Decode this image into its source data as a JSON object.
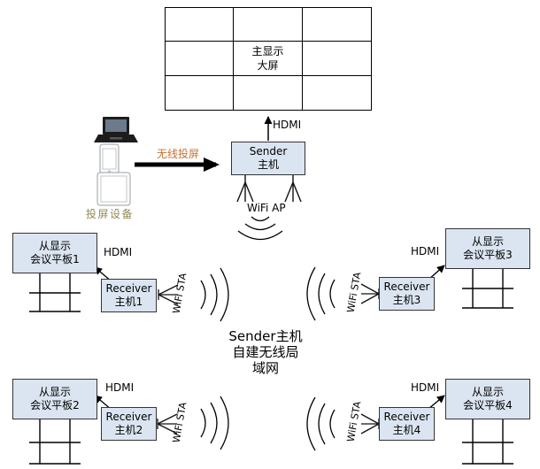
{
  "colors": {
    "box_fill": "#dbe5f1",
    "box_border": "#333333",
    "cast_label_color": "#c4722e",
    "devices_label_color": "#938953",
    "line_color": "#000000"
  },
  "video_wall": {
    "rows": 3,
    "cols": 3,
    "label_line1": "主显示",
    "label_line2": "大屏"
  },
  "sender": {
    "line1": "Sender",
    "line2": "主机",
    "hdmi_label": "HDMI",
    "wifi_ap_label": "WiFi AP"
  },
  "source": {
    "devices_label": "投屏设备",
    "cast_label": "无线投屏"
  },
  "center_note": {
    "line1": "Sender主机",
    "line2": "自建无线局",
    "line3": "域网"
  },
  "quadrants": [
    {
      "pos": "top-left",
      "display_line1": "从显示",
      "display_line2": "会议平板1",
      "recv_line1": "Receiver",
      "recv_line2": "主机1",
      "hdmi": "HDMI",
      "wifi": "WiFi STA"
    },
    {
      "pos": "bottom-left",
      "display_line1": "从显示",
      "display_line2": "会议平板2",
      "recv_line1": "Receiver",
      "recv_line2": "主机2",
      "hdmi": "HDMI",
      "wifi": "WiFi STA"
    },
    {
      "pos": "top-right",
      "display_line1": "从显示",
      "display_line2": "会议平板3",
      "recv_line1": "Receiver",
      "recv_line2": "主机3",
      "hdmi": "HDMI",
      "wifi": "WiFi STA"
    },
    {
      "pos": "bottom-right",
      "display_line1": "从显示",
      "display_line2": "会议平板4",
      "recv_line1": "Receiver",
      "recv_line2": "主机4",
      "hdmi": "HDMI",
      "wifi": "WiFi STA"
    }
  ]
}
